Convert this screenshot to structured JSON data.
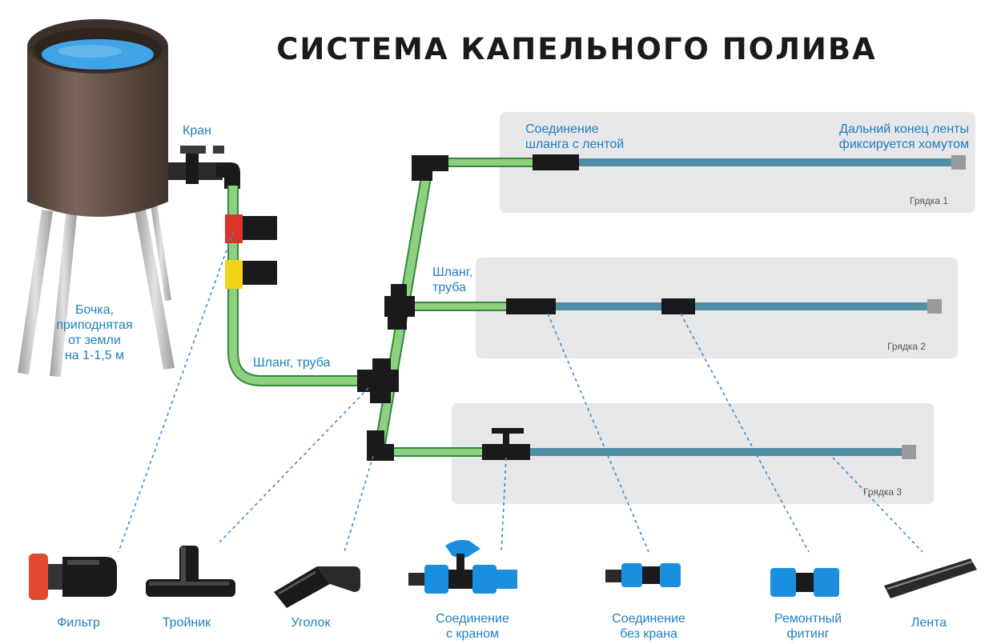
{
  "title": "СИСТЕМА КАПЕЛЬНОГО ПОЛИВА",
  "labels": {
    "tap": "Кран",
    "barrel": [
      "Бочка,",
      "приподнятая",
      "от земли",
      "на 1-1,5 м"
    ],
    "hose_main": "Шланг, труба",
    "hose_bed2": [
      "Шланг,",
      "труба"
    ],
    "hose_tape_joint": [
      "Соединение",
      "шланга с лентой"
    ],
    "tape_far_end": [
      "Дальний конец ленты",
      "фиксируется хомутом"
    ]
  },
  "beds": [
    "Грядка 1",
    "Грядка 2",
    "Грядка 3"
  ],
  "components": [
    {
      "lines": [
        "Фильтр"
      ]
    },
    {
      "lines": [
        "Тройник"
      ]
    },
    {
      "lines": [
        "Уголок"
      ]
    },
    {
      "lines": [
        "Соединение",
        "с краном"
      ]
    },
    {
      "lines": [
        "Соединение",
        "без крана"
      ]
    },
    {
      "lines": [
        "Ремонтный",
        "фитинг"
      ]
    },
    {
      "lines": [
        "Лента"
      ]
    }
  ],
  "colors": {
    "label_blue": "#1f7fbf",
    "hose_green": "#8ed080",
    "tape_blue": "#4f8fa6",
    "barrel": "#5e4a3f",
    "water": "#3fa3e6",
    "bed_panel": "#e7e7e9"
  }
}
